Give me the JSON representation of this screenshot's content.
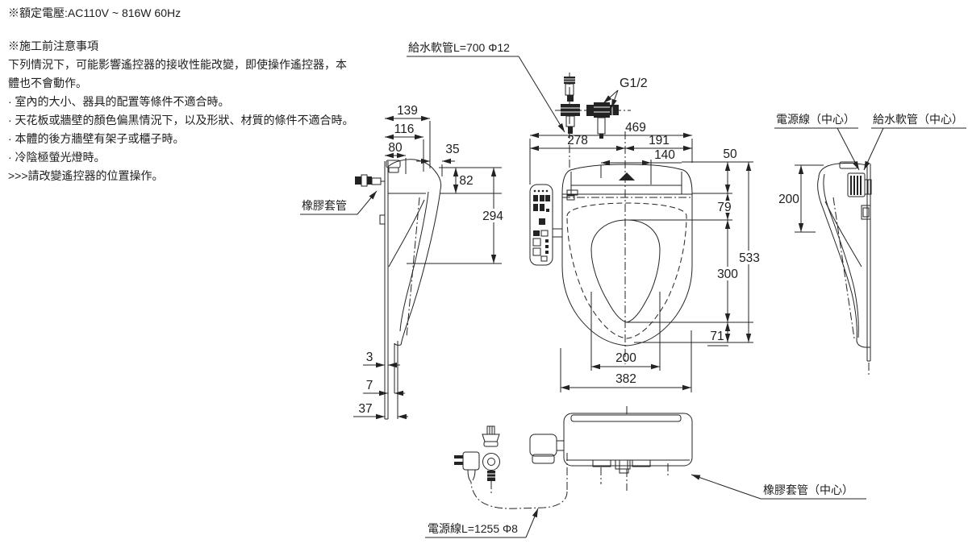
{
  "notes": {
    "rated": "※額定電壓:AC110V ~ 816W 60Hz",
    "heading": "※施工前注意事項",
    "line1": "下列情況下，可能影響遙控器的接收性能改變，即使操作遙控器，本",
    "line2": "體也不會動作。",
    "bullet1": "· 室內的大小、器具的配置等條件不適合時。",
    "bullet2": "· 天花板或牆壁的顏色偏黑情況下，以及形狀、材質的條件不適合時。",
    "bullet3": "· 本體的後方牆壁有架子或櫃子時。",
    "bullet4": "· 冷陰極螢光燈時。",
    "advice": ">>>請改變遙控器的位置操作。"
  },
  "callouts": {
    "supply_hose": "給水軟管L=700 Φ12",
    "g12": "G1/2",
    "rubber_sleeve": "橡膠套管",
    "power_cord_center": "電源線（中心）",
    "supply_hose_center": "給水軟管（中心）",
    "power_cord": "電源線L=1255 Φ8",
    "rubber_sleeve_center": "橡膠套管（中心）"
  },
  "dims": {
    "d139": "139",
    "d116": "116",
    "d80": "80",
    "d35": "35",
    "d82": "82",
    "d294": "294",
    "d3": "3",
    "d7": "7",
    "d37": "37",
    "d469": "469",
    "d278": "278",
    "d191": "191",
    "d140": "140",
    "d50": "50",
    "d79": "79",
    "d300": "300",
    "d71": "71",
    "d533": "533",
    "d200": "200",
    "d382": "382",
    "d200_side": "200"
  },
  "line_color": "#232323"
}
